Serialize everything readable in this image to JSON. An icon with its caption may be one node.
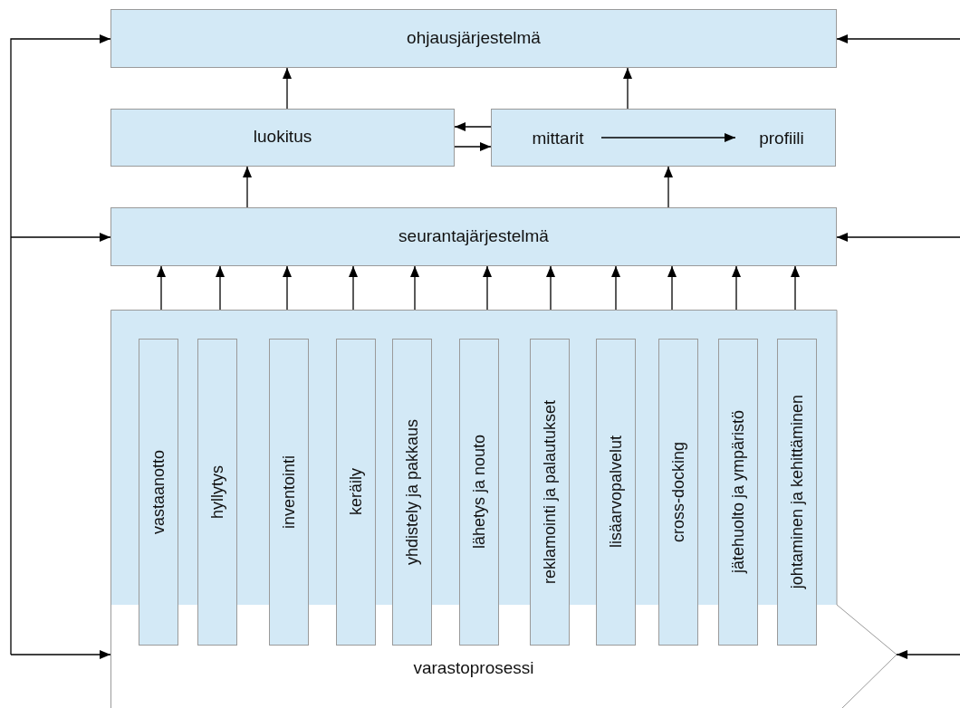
{
  "diagram": {
    "nodes": [
      {
        "text": [
          "ohjausjärjestelmä"
        ]
      },
      {
        "text": [
          "luokitus"
        ]
      },
      {
        "text": [],
        "shape": "box"
      },
      {
        "text": [
          "mittarit"
        ],
        "in": 2
      },
      {
        "text": [
          "profiili"
        ],
        "in": 2
      },
      {
        "text": [
          "seurantajärjestelmä"
        ]
      },
      {
        "text": [
          "varastoprosessi"
        ]
      },
      {
        "text": [
          "vastaanotto"
        ],
        "in": 6
      },
      {
        "text": [
          "hyllytys"
        ],
        "in": 6
      },
      {
        "text": [
          "inventointi"
        ],
        "in": 6
      },
      {
        "text": [
          "keräily"
        ],
        "in": 6
      },
      {
        "text": [
          "yhdistely ja pakkaus"
        ],
        "in": 6
      },
      {
        "text": [
          "lähetys ja nouto"
        ],
        "in": 6
      },
      {
        "text": [
          "reklamointi ja palautukset"
        ],
        "in": 6
      },
      {
        "text": [
          "lisäarvopalvelut"
        ],
        "in": 6
      },
      {
        "text": [
          "cross-docking"
        ],
        "in": 6
      },
      {
        "text": [
          "jätehuolto ja ympäristö"
        ],
        "in": 6
      },
      {
        "text": [
          "johtaminen ja kehittäminen"
        ],
        "in": 6
      }
    ],
    "edges": [
      {
        "from": null,
        "to": 0,
        "arrow": "to"
      },
      {
        "from": null,
        "to": 5,
        "arrow": "to"
      },
      {
        "from": null,
        "to": 6,
        "arrow": "to"
      },
      {
        "from": null,
        "to": 0,
        "arrow": "to"
      },
      {
        "from": null,
        "to": 5,
        "arrow": "to"
      },
      {
        "from": null,
        "to": 6,
        "arrow": "to"
      },
      {
        "from": 1,
        "to": 0,
        "arrow": "to"
      },
      {
        "from": 2,
        "to": 0,
        "arrow": "to"
      },
      {
        "from": 2,
        "to": 1,
        "arrow": "to"
      },
      {
        "from": 1,
        "to": 2,
        "arrow": "to"
      },
      {
        "from": 3,
        "to": 4,
        "arrow": "to"
      },
      {
        "from": 5,
        "to": 1,
        "arrow": "to"
      },
      {
        "from": 5,
        "to": 2,
        "arrow": "to"
      },
      {
        "from": 6,
        "to": 5,
        "arrow": "to"
      },
      {
        "from": 6,
        "to": 5,
        "arrow": "to"
      },
      {
        "from": 6,
        "to": 5,
        "arrow": "to"
      },
      {
        "from": 6,
        "to": 5,
        "arrow": "to"
      },
      {
        "from": 6,
        "to": 5,
        "arrow": "to"
      },
      {
        "from": 6,
        "to": 5,
        "arrow": "to"
      },
      {
        "from": 6,
        "to": 5,
        "arrow": "to"
      },
      {
        "from": 6,
        "to": 5,
        "arrow": "to"
      },
      {
        "from": 6,
        "to": 5,
        "arrow": "to"
      },
      {
        "from": 6,
        "to": 5,
        "arrow": "to"
      },
      {
        "from": 6,
        "to": 5,
        "arrow": "to"
      }
    ]
  }
}
